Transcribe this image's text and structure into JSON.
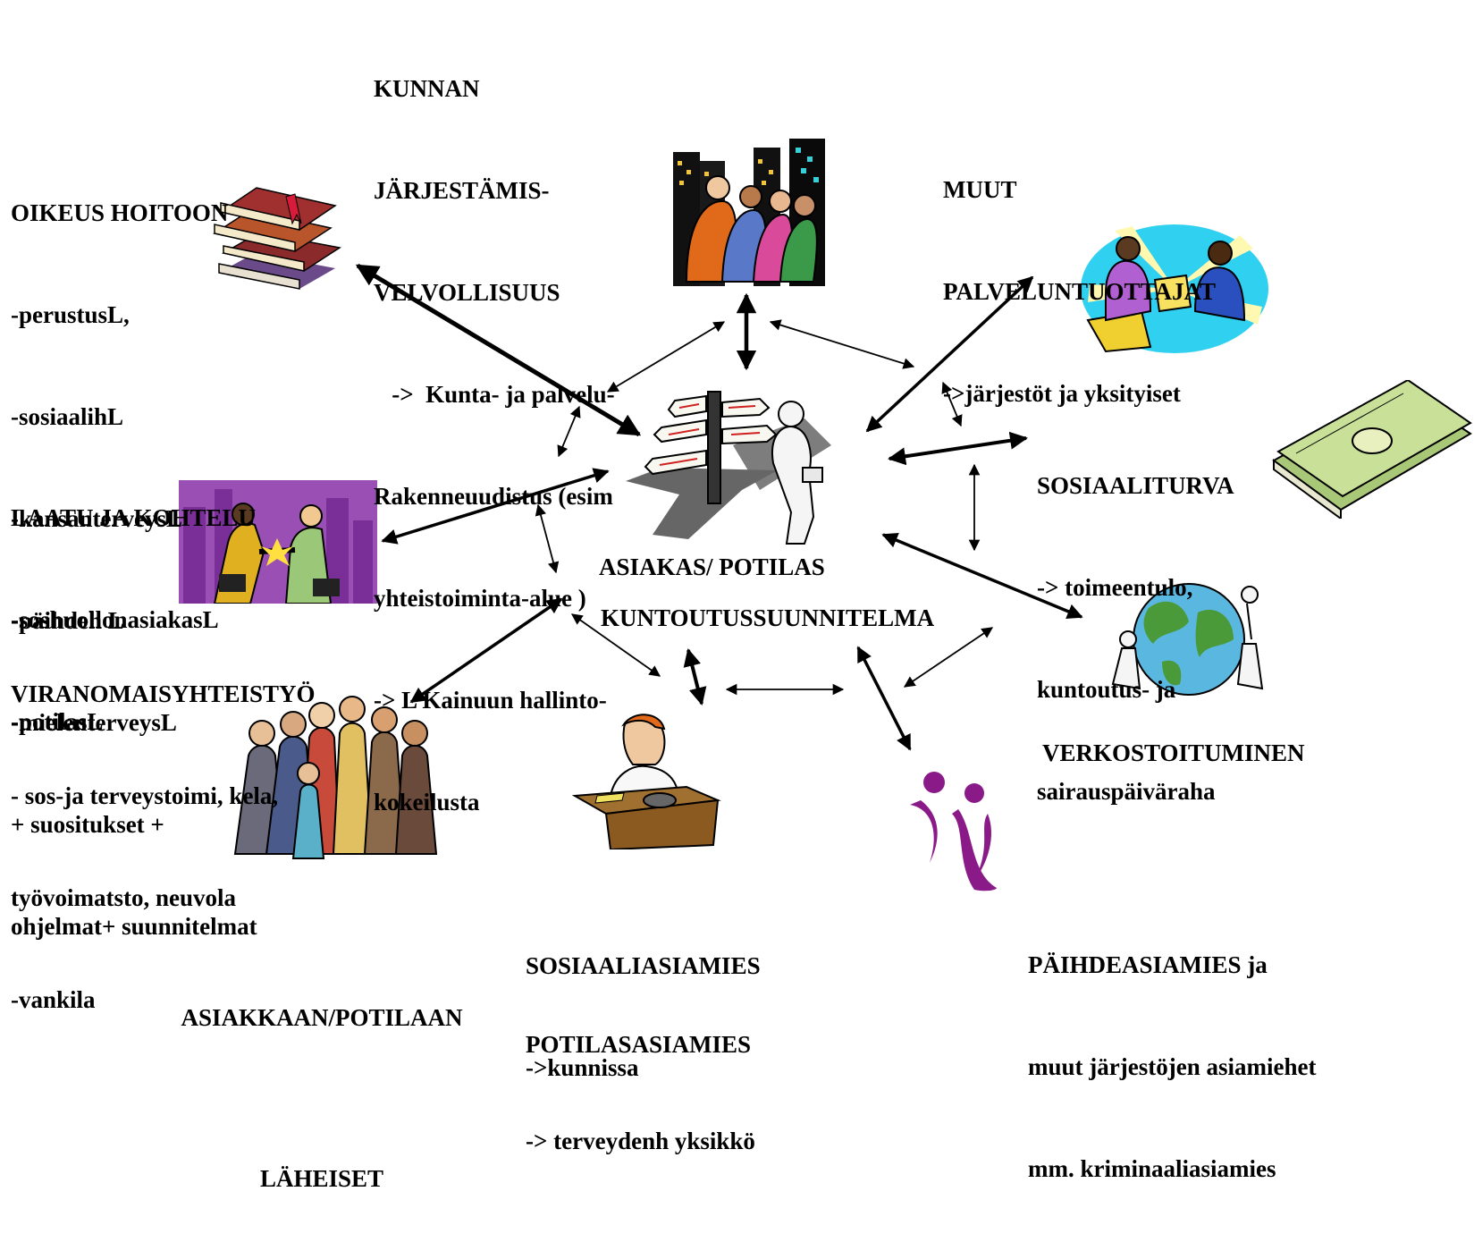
{
  "top_block": [
    "KUNNAN",
    "JÄRJESTÄMIS-",
    "VELVOLLISUUS",
    "   ->  Kunta- ja palvelu-",
    "Rakenneuudistus (esim",
    "yhteistoiminta-alue )",
    "-> L Kainuun hallinto-",
    "kokeilusta"
  ],
  "left_block": [
    "OIKEUS HOITOON",
    "-perustusL,",
    "-sosiaalihL",
    "-kansanterveysL",
    "-päihdeh L",
    "-mielenterveysL",
    "+ suositukset +",
    "ohjelmat+ suunnitelmat"
  ],
  "laatu_block": [
    "LAATU JA KOHTELU",
    "-soshuollonasiakasL",
    "-potilasL"
  ],
  "viranomais_block": [
    "VIRANOMAISYHTEISTYÖ",
    "- sos-ja terveystoimi, kela,",
    "työvoimatsto, neuvola",
    "-vankila"
  ],
  "muut_block": [
    "MUUT",
    "PALVELUNTUOTTAJAT",
    "->järjestöt ja yksityiset"
  ],
  "sosiaaliturva_block": [
    "SOSIAALITURVA",
    "-> toimeentulo,",
    "kuntoutus- ja",
    "sairauspäiväraha"
  ],
  "center_title": "ASIAKAS/ POTILAS",
  "center_subtitle": "KUNTOUTUSSUUNNITELMA",
  "verkosto": "VERKOSTOITUMINEN",
  "laheiset_block": [
    "ASIAKKAAN/POTILAAN",
    "LÄHEISET"
  ],
  "sosiaaliasiamies_block": [
    "SOSIAALIASIAMIES",
    "->kunnissa"
  ],
  "potilasasiamies_block": [
    "POTILASASIAMIES",
    "-> terveydenh yksikkö"
  ],
  "paihde_block": [
    "PÄIHDEASIAMIES ja",
    "muut järjestöjen asiamiehet",
    "mm. kriminaaliasiamies"
  ],
  "colors": {
    "arrow": "#000000",
    "purple_logo": "#8b1a89",
    "clip_purple": "#9a4fb4",
    "clip_blue": "#1a4fb8",
    "clip_green": "#4d8a2a",
    "clip_money": "#b7d58a",
    "clip_books": "#8b2a2a"
  },
  "icons": [
    "books-icon",
    "business-people-icon",
    "handshake-icon",
    "crowd-icon",
    "signpost-person-icon",
    "deal-icon",
    "money-icon",
    "globe-people-icon",
    "phone-person-icon",
    "purple-figures-logo"
  ]
}
